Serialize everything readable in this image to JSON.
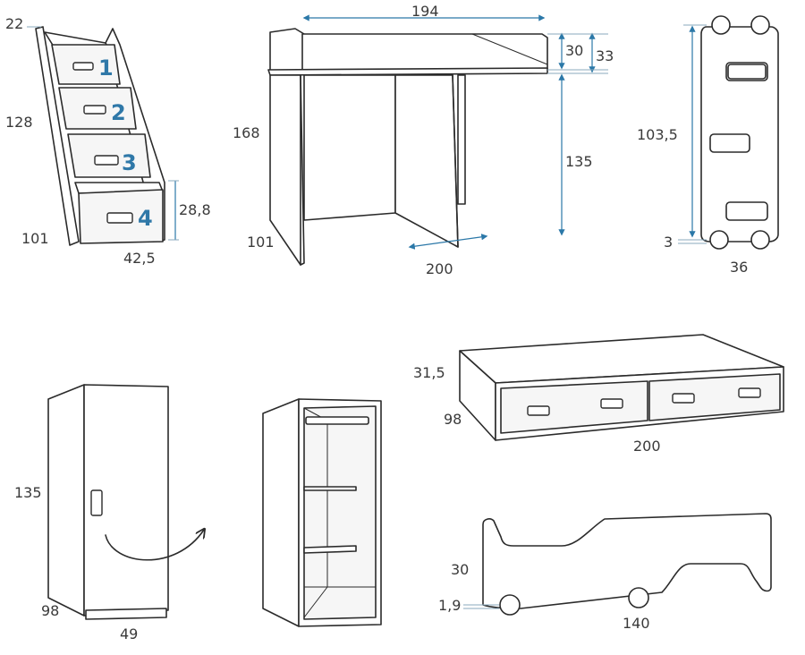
{
  "stair": {
    "drawer_numbers": [
      "1",
      "2",
      "3",
      "4"
    ],
    "dims": {
      "top": "22",
      "height": "128",
      "depth": "101",
      "width": "42,5",
      "drawer": "28,8"
    }
  },
  "desk": {
    "dims": {
      "top_width": "194",
      "top_h1": "30",
      "top_h2": "33",
      "height": "168",
      "leg": "135",
      "depth": "101",
      "width": "200"
    }
  },
  "ladder": {
    "dims": {
      "height": "103,5",
      "base": "3",
      "width": "36"
    }
  },
  "wardrobe": {
    "dims": {
      "height": "135",
      "depth": "98",
      "width": "49"
    }
  },
  "trundle": {
    "dims": {
      "height": "31,5",
      "depth": "98",
      "width": "200"
    }
  },
  "headboard": {
    "dims": {
      "height": "30",
      "base": "1,9",
      "width": "140"
    }
  }
}
